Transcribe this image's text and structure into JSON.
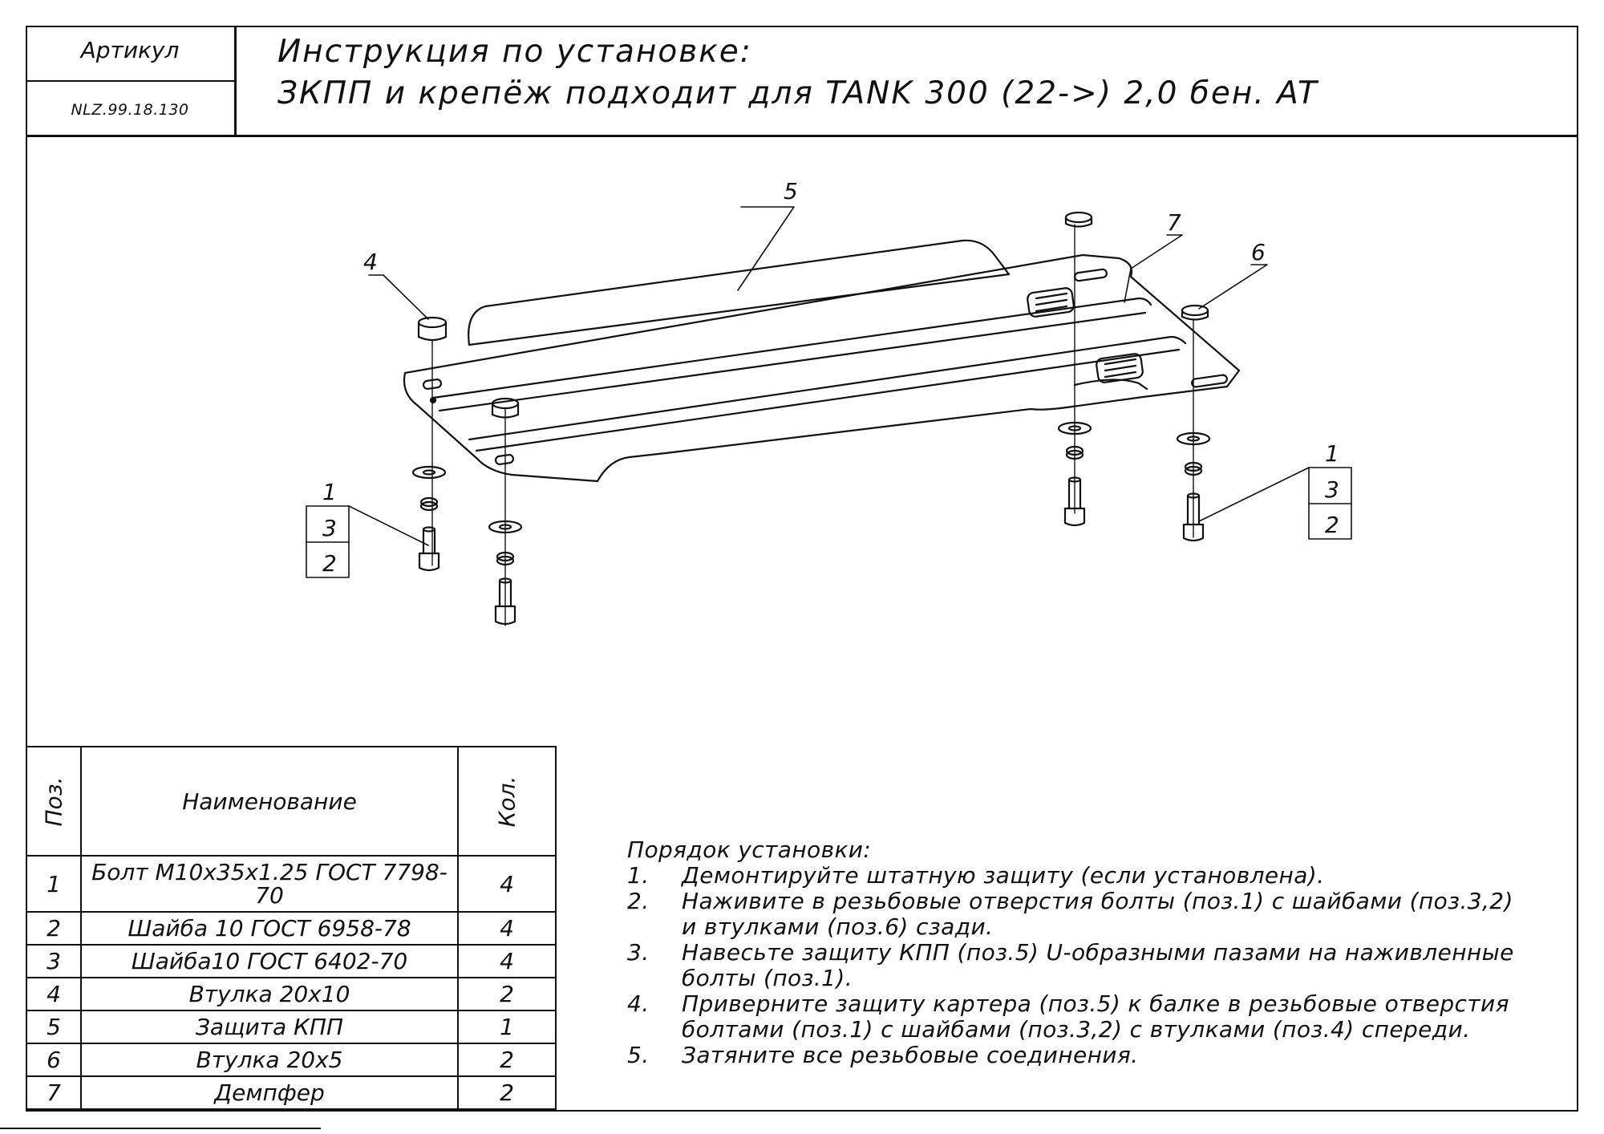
{
  "header": {
    "article_label": "Артикул",
    "article_value": "NLZ.99.18.130",
    "title_line1": "Инструкция по установке:",
    "title_line2": "ЗКПП и крепёж подходит для TANK 300  (22->) 2,0 бен.   AT"
  },
  "drawing": {
    "callouts": {
      "c1_left": "1",
      "c3_left": "3",
      "c2_left": "2",
      "c4": "4",
      "c5": "5",
      "c6": "6",
      "c7": "7",
      "c1_right": "1",
      "c3_right": "3",
      "c2_right": "2"
    }
  },
  "parts_table": {
    "headers": {
      "pos": "Поз.",
      "name": "Наименование",
      "qty": "Кол."
    },
    "rows": [
      {
        "pos": "1",
        "name": "Болт М10х35х1.25 ГОСТ 7798-70",
        "qty": "4"
      },
      {
        "pos": "2",
        "name": "Шайба 10 ГОСТ 6958-78",
        "qty": "4"
      },
      {
        "pos": "3",
        "name": "Шайба10 ГОСТ 6402-70",
        "qty": "4"
      },
      {
        "pos": "4",
        "name": "Втулка 20х10",
        "qty": "2"
      },
      {
        "pos": "5",
        "name": "Защита КПП",
        "qty": "1"
      },
      {
        "pos": "6",
        "name": "Втулка 20х5",
        "qty": "2"
      },
      {
        "pos": "7",
        "name": "Демпфер",
        "qty": "2"
      }
    ]
  },
  "instructions": {
    "title": "Порядок установки:",
    "steps": [
      {
        "num": "1.",
        "text": "Демонтируйте штатную защиту (если установлена)."
      },
      {
        "num": "2.",
        "text": "Наживите в резьбовые отверстия болты (поз.1) с шайбами (поз.3,2) и втулками (поз.6) сзади."
      },
      {
        "num": "3.",
        "text": "Навесьте защиту КПП (поз.5) U-образными пазами на наживленные болты (поз.1)."
      },
      {
        "num": "4.",
        "text": "Приверните защиту картера (поз.5) к балке в резьбовые отверстия болтами (поз.1) с шайбами (поз.3,2) с втулками (поз.4) спереди."
      },
      {
        "num": "5.",
        "text": "Затяните все резьбовые соединения."
      }
    ]
  }
}
